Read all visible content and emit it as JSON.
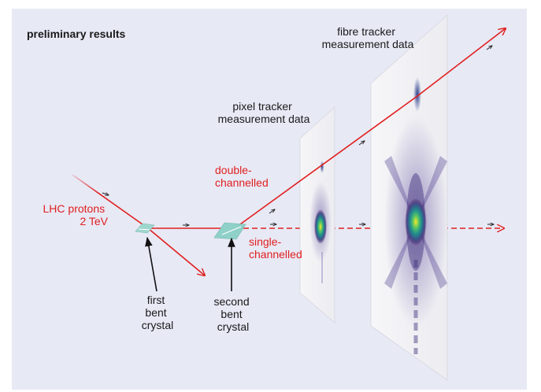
{
  "title": "preliminary results",
  "labels": {
    "fibre_tracker": [
      "fibre tracker",
      "measurement data"
    ],
    "pixel_tracker": [
      "pixel tracker",
      "measurement data"
    ],
    "lhc_protons": [
      "LHC protons",
      "2 TeV"
    ],
    "double_channelled": [
      "double-",
      "channelled"
    ],
    "single_channelled": [
      "single-",
      "channelled"
    ],
    "first_crystal": [
      "first",
      "bent",
      "crystal"
    ],
    "second_crystal": [
      "second",
      "bent",
      "crystal"
    ]
  },
  "colors": {
    "background": "#e7e9f5",
    "beam": "#e02020",
    "text": "#1a1a1a",
    "crystal": "#8fd0c8",
    "plane": "#f3f3f6"
  }
}
